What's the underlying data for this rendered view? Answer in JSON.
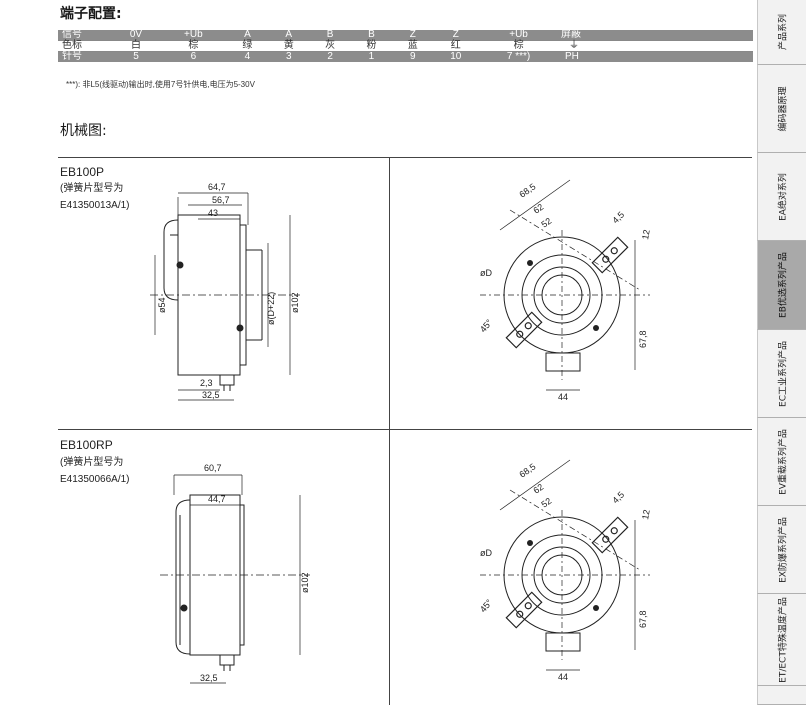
{
  "header": {
    "title": "端子配置:"
  },
  "pin_table": {
    "rows": [
      {
        "label": "信号",
        "cells": [
          "0V",
          "+Ub",
          "A",
          "Ā",
          "B",
          "B̄",
          "Z",
          "Z̄",
          "+Ub",
          "屏蔽"
        ]
      },
      {
        "label": "色标",
        "cells": [
          "白",
          "棕",
          "绿",
          "黄",
          "灰",
          "粉",
          "蓝",
          "红",
          "棕",
          "⏚"
        ]
      },
      {
        "label": "针号",
        "cells": [
          "5",
          "6",
          "4",
          "3",
          "2",
          "1",
          "9",
          "10",
          "7 ***)",
          "PH"
        ]
      }
    ]
  },
  "footnote": "***): 非L5(线驱动)输出时,使用7号针供电,电压为5-30V",
  "mech_title": "机械图:",
  "sections": [
    {
      "model": "EB100P",
      "spring_label": "(弹簧片型号为",
      "spring_part": "E41350013A/1)"
    },
    {
      "model": "EB100RP",
      "spring_label": "(弹簧片型号为",
      "spring_part": "E41350066A/1)"
    }
  ],
  "dims_p": {
    "d1": "64,7",
    "d2": "56,7",
    "d3": "43",
    "d4": "ø54",
    "d5": "ø(D+22)",
    "d6": "ø102",
    "d7": "2,3",
    "d8": "32,5"
  },
  "dims_rp": {
    "d1": "60,7",
    "d2": "44,7",
    "d3": "ø102",
    "d4": "32,5"
  },
  "dims_front": {
    "r1": "68,5",
    "r2": "62",
    "r3": "52",
    "s1": "4,5",
    "s2": "12",
    "bore": "øD",
    "ang": "45°",
    "h": "67,8",
    "w": "44"
  },
  "sidebar": {
    "tabs": [
      {
        "label": "产品系列",
        "active": false
      },
      {
        "label": "编码器原理",
        "active": false
      },
      {
        "label": "EA绝对系列",
        "active": false
      },
      {
        "label": "EB优选系列产品",
        "active": true
      },
      {
        "label": "EC工业系列产品",
        "active": false
      },
      {
        "label": "EV重载系列产品",
        "active": false
      },
      {
        "label": "EX防爆系列产品",
        "active": false
      },
      {
        "label": "ET/ECT特殊温度产品",
        "active": false
      }
    ]
  }
}
